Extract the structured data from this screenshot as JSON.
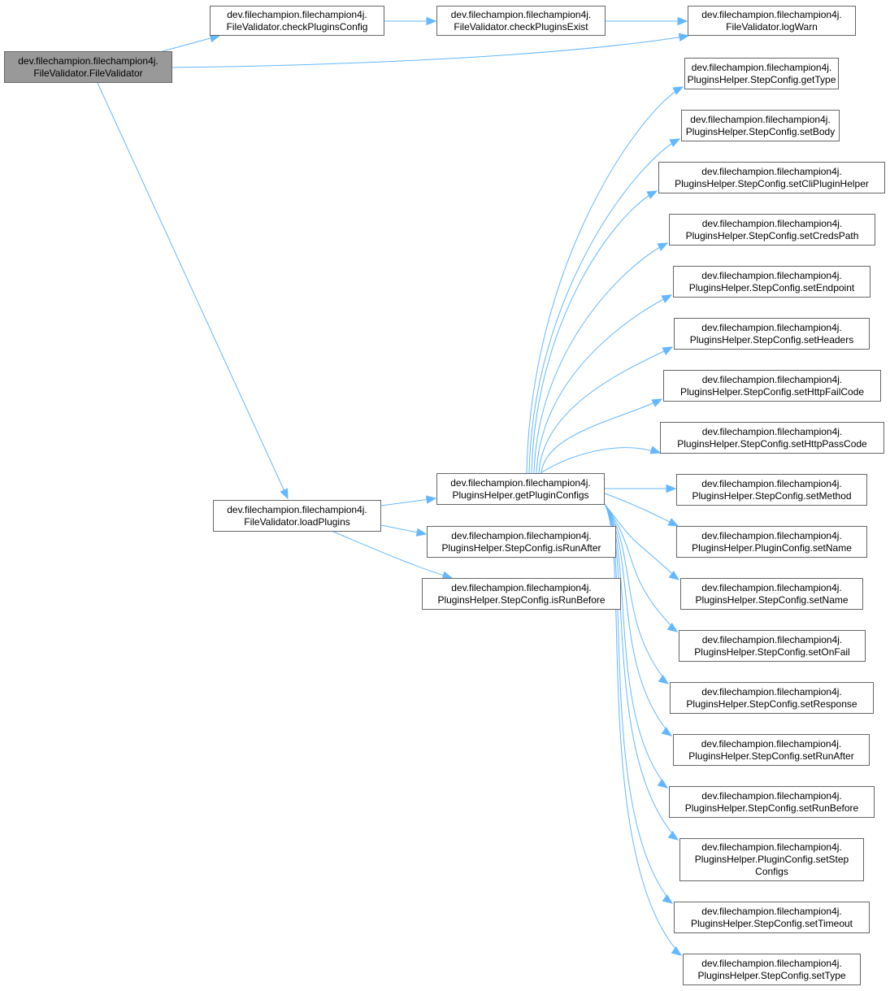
{
  "diagram": {
    "type": "call-graph",
    "edge_color": "#63b8ff",
    "root_fill": "#999999",
    "node_border": "#666666",
    "nodes": [
      {
        "id": "n0",
        "lines": [
          "dev.filechampion.filechampion4j.",
          "FileValidator.FileValidator"
        ],
        "root": true
      },
      {
        "id": "n1",
        "lines": [
          "dev.filechampion.filechampion4j.",
          "FileValidator.checkPluginsConfig"
        ]
      },
      {
        "id": "n2",
        "lines": [
          "dev.filechampion.filechampion4j.",
          "FileValidator.checkPluginsExist"
        ]
      },
      {
        "id": "n3",
        "lines": [
          "dev.filechampion.filechampion4j.",
          "FileValidator.logWarn"
        ]
      },
      {
        "id": "n4",
        "lines": [
          "dev.filechampion.filechampion4j.",
          "FileValidator.loadPlugins"
        ]
      },
      {
        "id": "n5",
        "lines": [
          "dev.filechampion.filechampion4j.",
          "PluginsHelper.getPluginConfigs"
        ]
      },
      {
        "id": "n6",
        "lines": [
          "dev.filechampion.filechampion4j.",
          "PluginsHelper.StepConfig.isRunAfter"
        ]
      },
      {
        "id": "n7",
        "lines": [
          "dev.filechampion.filechampion4j.",
          "PluginsHelper.StepConfig.isRunBefore"
        ]
      },
      {
        "id": "n8",
        "lines": [
          "dev.filechampion.filechampion4j.",
          "PluginsHelper.StepConfig.getType"
        ]
      },
      {
        "id": "n9",
        "lines": [
          "dev.filechampion.filechampion4j.",
          "PluginsHelper.StepConfig.setBody"
        ]
      },
      {
        "id": "n10",
        "lines": [
          "dev.filechampion.filechampion4j.",
          "PluginsHelper.StepConfig.setCliPluginHelper"
        ]
      },
      {
        "id": "n11",
        "lines": [
          "dev.filechampion.filechampion4j.",
          "PluginsHelper.StepConfig.setCredsPath"
        ]
      },
      {
        "id": "n12",
        "lines": [
          "dev.filechampion.filechampion4j.",
          "PluginsHelper.StepConfig.setEndpoint"
        ]
      },
      {
        "id": "n13",
        "lines": [
          "dev.filechampion.filechampion4j.",
          "PluginsHelper.StepConfig.setHeaders"
        ]
      },
      {
        "id": "n14",
        "lines": [
          "dev.filechampion.filechampion4j.",
          "PluginsHelper.StepConfig.setHttpFailCode"
        ]
      },
      {
        "id": "n15",
        "lines": [
          "dev.filechampion.filechampion4j.",
          "PluginsHelper.StepConfig.setHttpPassCode"
        ]
      },
      {
        "id": "n16",
        "lines": [
          "dev.filechampion.filechampion4j.",
          "PluginsHelper.StepConfig.setMethod"
        ]
      },
      {
        "id": "n17",
        "lines": [
          "dev.filechampion.filechampion4j.",
          "PluginsHelper.PluginConfig.setName"
        ]
      },
      {
        "id": "n18",
        "lines": [
          "dev.filechampion.filechampion4j.",
          "PluginsHelper.StepConfig.setName"
        ]
      },
      {
        "id": "n19",
        "lines": [
          "dev.filechampion.filechampion4j.",
          "PluginsHelper.StepConfig.setOnFail"
        ]
      },
      {
        "id": "n20",
        "lines": [
          "dev.filechampion.filechampion4j.",
          "PluginsHelper.StepConfig.setResponse"
        ]
      },
      {
        "id": "n21",
        "lines": [
          "dev.filechampion.filechampion4j.",
          "PluginsHelper.StepConfig.setRunAfter"
        ]
      },
      {
        "id": "n22",
        "lines": [
          "dev.filechampion.filechampion4j.",
          "PluginsHelper.StepConfig.setRunBefore"
        ]
      },
      {
        "id": "n23",
        "lines": [
          "dev.filechampion.filechampion4j.",
          "PluginsHelper.PluginConfig.setStep",
          "Configs"
        ]
      },
      {
        "id": "n24",
        "lines": [
          "dev.filechampion.filechampion4j.",
          "PluginsHelper.StepConfig.setTimeout"
        ]
      },
      {
        "id": "n25",
        "lines": [
          "dev.filechampion.filechampion4j.",
          "PluginsHelper.StepConfig.setType"
        ]
      }
    ],
    "edges": [
      [
        "n0",
        "n1"
      ],
      [
        "n0",
        "n3"
      ],
      [
        "n0",
        "n4"
      ],
      [
        "n1",
        "n2"
      ],
      [
        "n2",
        "n3"
      ],
      [
        "n4",
        "n5"
      ],
      [
        "n4",
        "n6"
      ],
      [
        "n4",
        "n7"
      ],
      [
        "n5",
        "n8"
      ],
      [
        "n5",
        "n9"
      ],
      [
        "n5",
        "n10"
      ],
      [
        "n5",
        "n11"
      ],
      [
        "n5",
        "n12"
      ],
      [
        "n5",
        "n13"
      ],
      [
        "n5",
        "n14"
      ],
      [
        "n5",
        "n15"
      ],
      [
        "n5",
        "n16"
      ],
      [
        "n5",
        "n17"
      ],
      [
        "n5",
        "n18"
      ],
      [
        "n5",
        "n19"
      ],
      [
        "n5",
        "n20"
      ],
      [
        "n5",
        "n21"
      ],
      [
        "n5",
        "n22"
      ],
      [
        "n5",
        "n23"
      ],
      [
        "n5",
        "n24"
      ],
      [
        "n5",
        "n25"
      ]
    ]
  }
}
